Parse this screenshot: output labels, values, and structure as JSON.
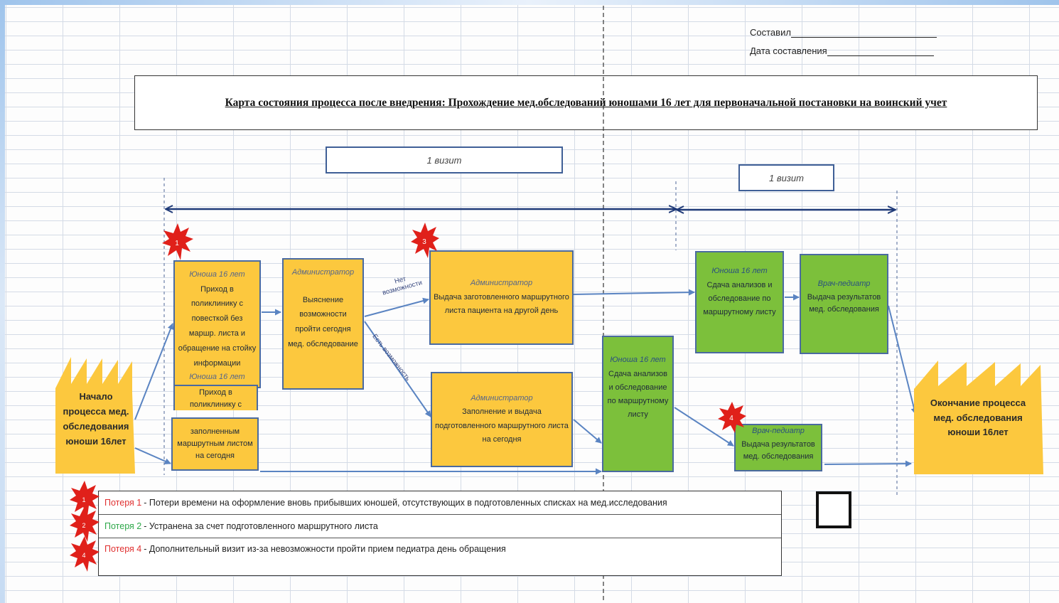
{
  "header": {
    "compiled_by_label": "Составил",
    "date_label": "Дата составления"
  },
  "title": "Карта состояния процесса после внедрения:  Прохождение мед.обследований юношами 16 лет для первоначальной постановки на воинский учет",
  "visit_labels": [
    "1 визит",
    "1 визит"
  ],
  "start": "Начало процесса мед. обследования юноши 16лет",
  "end": "Окончание процесса мед. обследования юноши 16лет",
  "boxes": {
    "b1_role": "Юноша 16 лет",
    "b1_text": "Приход в поликлинику с повесткой без маршр. листа и обращение на стойку информации",
    "b1_role2": "Юноша 16 лет",
    "b1_text2": "Приход в поликлинику с",
    "b2_text": "заполненным маршрутным листом на сегодня",
    "b3_role": "Администратор",
    "b3_text": "Выяснение возможности пройти сегодня мед. обследование",
    "b4_role": "Администратор",
    "b4_text": "Выдача заготовленного маршрутного листа пациента на другой день",
    "b5_role": "Администратор",
    "b5_text": "Заполнение и выдача подготовленного маршрутного листа на сегодня",
    "b6_role": "Юноша 16 лет",
    "b6_text": "Сдача анализов и обследование по маршрутному листу",
    "b7_role": "Юноша 16 лет",
    "b7_text": "Сдача анализов и обследование по маршрутному листу",
    "b8_role": "Врач-педиатр",
    "b8_text": "Выдача результатов мед. обследования",
    "b9_role": "Врач-педиатр",
    "b9_text": "Выдача результатов мед. обследования"
  },
  "edge_labels": {
    "no_possibility": "Нет возможности",
    "has_possibility": "Есть возможность"
  },
  "bursts": [
    "1",
    "3",
    "4"
  ],
  "legend": [
    {
      "name": "Потеря 1",
      "text": " - Потери времени на оформление вновь прибывших юношей, отсутствующих в подготовленных списках на мед.исследования",
      "color": "#e03030",
      "badge": "1"
    },
    {
      "name": "Потеря 2",
      "text": " - Устранена за счет подготовленного маршрутного листа",
      "color": "#2ea84a",
      "badge": "2"
    },
    {
      "name": "Потеря 4",
      "text": " - Дополнительный визит из-за невозможности пройти прием педиатра день обращения",
      "color": "#e03030",
      "badge": "4"
    }
  ],
  "colors": {
    "box_yellow": "#fcc83e",
    "box_green": "#7cc03b",
    "arrow": "#5a84c2",
    "burst": "#e0201a"
  }
}
